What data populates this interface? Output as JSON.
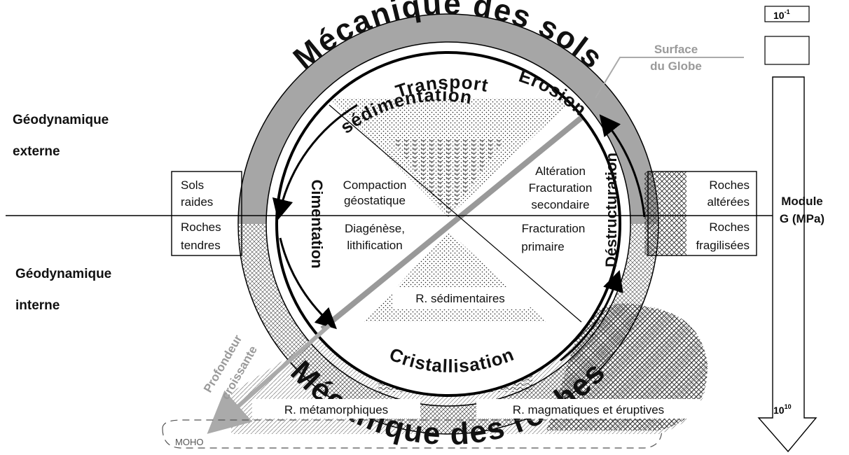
{
  "left_labels": {
    "external_line1": "Géodynamique",
    "external_line2": "externe",
    "internal_line1": "Géodynamique",
    "internal_line2": "interne"
  },
  "ring": {
    "top": "Mécanique des sols",
    "bottom": "Mécanique des roches"
  },
  "cycle": {
    "transport": "Transport",
    "sedimentation": "sédimentation",
    "erosion": "Erosion",
    "destructuration": "Déstructuration",
    "cimentation": "Cimentation",
    "cristallisation": "Cristallisation"
  },
  "quadrants": {
    "top_left_line1": "Compaction",
    "top_left_line2": "géostatique",
    "top_right_line1": "Altération",
    "top_right_line2": "Fracturation",
    "top_right_line3": "secondaire",
    "bottom_left_line1": "Diagénèse,",
    "bottom_left_line2": "lithification",
    "bottom_right_line1": "Fracturation",
    "bottom_right_line2": "primaire"
  },
  "boxes": {
    "sols_raides_1": "Sols",
    "sols_raides_2": "raides",
    "roches_tendres_1": "Roches",
    "roches_tendres_2": "tendres",
    "roches_alterees_1": "Roches",
    "roches_alterees_2": "altérées",
    "roches_fragilisees_1": "Roches",
    "roches_fragilisees_2": "fragilisées"
  },
  "rocks": {
    "sedimentaires": "R. sédimentaires",
    "metamorphiques": "R. métamorphiques",
    "magmatiques": "R. magmatiques et éruptives"
  },
  "surface": {
    "line1": "Surface",
    "line2": "du Globe"
  },
  "depth": {
    "line1": "Profondeur",
    "line2": "croissante"
  },
  "moho": "MOHO",
  "scale": {
    "top_value": "10-1",
    "bottom_value": "1010",
    "label_line1": "Module",
    "label_line2": "G (MPa)"
  }
}
